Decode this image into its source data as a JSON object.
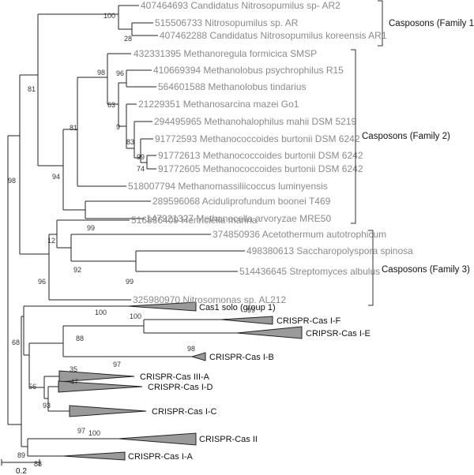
{
  "leaves": {
    "ar2": "407464693 Candidatus Nitrosopumilus sp- AR2",
    "ar": "515506733 Nitrosopumilus sp. AR",
    "ar1": "407462288 Candidatus Nitrosopumilus koreensis AR1",
    "formicica": "432331395 Methanoregula formicica SMSP",
    "psychrophilus": "410669394 Methanolobus psychrophilus R15",
    "tindarius": "564601588 Methanolobus tindarius",
    "mazei": "21229351 Methanosarcina mazei Go1",
    "mahii": "294495965 Methanohalophilus mahii DSM 5219",
    "burtonii1": "91772593 Methanococcoides burtonii DSM 6242",
    "burtonii2": "91772613 Methanococcoides burtonii DSM 6242",
    "burtonii3": "91772605 Methanococcoides burtonii DSM 6242",
    "luminyensis": "518007794 Methanomassiliicoccus luminyensis",
    "boonei": "289596068 Aciduliprofundum boonei T469",
    "arvoryzae": "147921327 Methanocella arvoryzae MRE50",
    "henriciella": "516886409 Henriciella marina",
    "acetothermum": "374850936  Acetothermum autotrophicum",
    "saccharopolyspora": "498380613 Saccharopolyspora spinosa",
    "streptomyces": "514436645 Streptomyces albulus",
    "nitrosomonas": "325980970 Nitrosomonas sp. AL212"
  },
  "clades": {
    "cas1solo": "Cas1 solo (group 1)",
    "if": "CRISPR-Cas I-F",
    "ie": "CRIPSR-Cas I-E",
    "ib": "CRISPR-Cas I-B",
    "iiia": "CRISPR-Cas III-A",
    "id": "CRISPR-Cas I-D",
    "ic": "CRISPR-Cas I-C",
    "ii": "CRISPR-Cas II",
    "ia": "CRISPR-Cas I-A"
  },
  "families": {
    "f1": "Casposons (Family 1)",
    "f2": "Casposons (Family 2)",
    "f3": "Casposons (Family 3)"
  },
  "bootstrap": {
    "b100_ar": "100",
    "b28": "28",
    "b81_top": "81",
    "b98_meth": "98",
    "b96_lob": "96",
    "b63": "63",
    "b9": "9",
    "b83": "83",
    "b99_burt": "99",
    "b74": "74",
    "b81_mid": "81",
    "b94": "94",
    "b99_aci": "99",
    "b98_cas": "98",
    "b12": "12",
    "b92": "92",
    "b99_str": "99",
    "b96_f3": "96",
    "b100_solo": "100",
    "b100_f": "100",
    "b99_f": "99",
    "b88_ib": "88",
    "b98_ie": "98",
    "b68": "68",
    "b97_ib": "97",
    "b35": "35",
    "b47": "47",
    "b56": "56",
    "b93": "93",
    "b97_ic": "97",
    "b100_ii": "100",
    "b89": "89",
    "b88_ia": "88"
  },
  "scale": {
    "label": "0.2",
    "value": 0.2
  }
}
